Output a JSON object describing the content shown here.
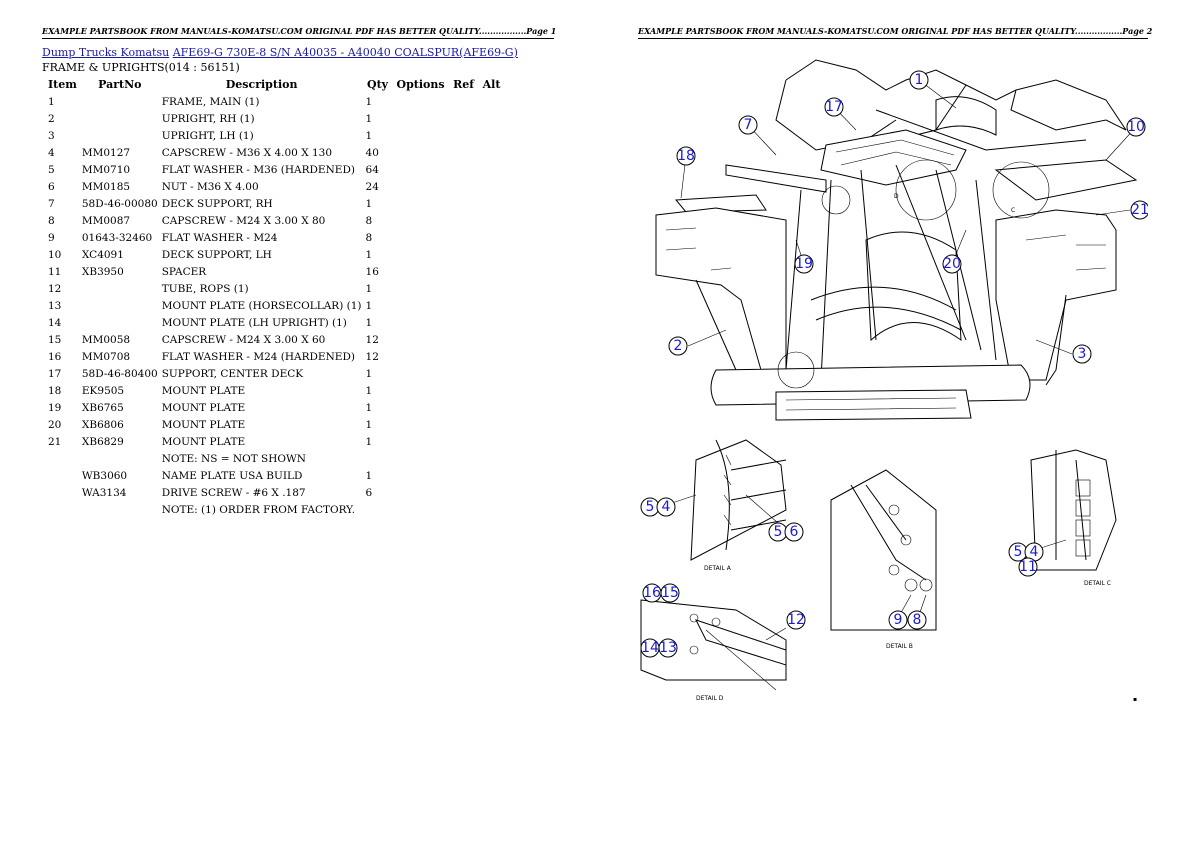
{
  "header": {
    "page1": "EXAMPLE PARTSBOOK FROM MANUALS-KOMATSU.COM ORIGINAL PDF HAS BETTER QUALITY.................Page 1",
    "page2": "EXAMPLE PARTSBOOK FROM MANUALS-KOMATSU.COM ORIGINAL PDF HAS BETTER QUALITY.................Page 2"
  },
  "breadcrumb": {
    "link1": "Dump Trucks Komatsu",
    "link2": "AFE69-G 730E-8 S/N A40035 - A40040 COALSPUR(AFE69-G)"
  },
  "subtitle": "FRAME & UPRIGHTS(014 : 56151)",
  "table": {
    "headers": [
      "Item",
      "PartNo",
      "Description",
      "Qty",
      "Options",
      "Ref",
      "Alt"
    ],
    "rows": [
      [
        "1",
        "",
        "FRAME, MAIN (1)",
        "1"
      ],
      [
        "2",
        "",
        "UPRIGHT, RH (1)",
        "1"
      ],
      [
        "3",
        "",
        "UPRIGHT, LH (1)",
        "1"
      ],
      [
        "4",
        "MM0127",
        "CAPSCREW - M36 X 4.00 X 130",
        "40"
      ],
      [
        "5",
        "MM0710",
        "FLAT WASHER - M36 (HARDENED)",
        "64"
      ],
      [
        "6",
        "MM0185",
        "NUT - M36 X 4.00",
        "24"
      ],
      [
        "7",
        "58D-46-00080",
        "DECK SUPPORT, RH",
        "1"
      ],
      [
        "8",
        "MM0087",
        "CAPSCREW - M24 X 3.00 X 80",
        "8"
      ],
      [
        "9",
        "01643-32460",
        "FLAT WASHER - M24",
        "8"
      ],
      [
        "10",
        "XC4091",
        "DECK SUPPORT, LH",
        "1"
      ],
      [
        "11",
        "XB3950",
        "SPACER",
        "16"
      ],
      [
        "12",
        "",
        "TUBE, ROPS (1)",
        "1"
      ],
      [
        "13",
        "",
        "MOUNT PLATE (HORSECOLLAR) (1)",
        "1"
      ],
      [
        "14",
        "",
        "MOUNT PLATE (LH UPRIGHT) (1)",
        "1"
      ],
      [
        "15",
        "MM0058",
        "CAPSCREW - M24 X 3.00 X 60",
        "12"
      ],
      [
        "16",
        "MM0708",
        "FLAT WASHER - M24 (HARDENED)",
        "12"
      ],
      [
        "17",
        "58D-46-80400",
        "SUPPORT, CENTER DECK",
        "1"
      ],
      [
        "18",
        "EK9505",
        "MOUNT PLATE",
        "1"
      ],
      [
        "19",
        "XB6765",
        "MOUNT PLATE",
        "1"
      ],
      [
        "20",
        "XB6806",
        "MOUNT PLATE",
        "1"
      ],
      [
        "21",
        "XB6829",
        "MOUNT PLATE",
        "1"
      ],
      [
        "",
        "",
        "NOTE: NS = NOT SHOWN",
        ""
      ],
      [
        "",
        "WB3060",
        "NAME PLATE USA BUILD",
        "1"
      ],
      [
        "",
        "WA3134",
        "DRIVE SCREW - #6 X .187",
        "6"
      ],
      [
        "",
        "",
        "NOTE: (1) ORDER FROM FACTORY.",
        ""
      ]
    ]
  },
  "drawing": {
    "callouts": [
      "1",
      "17",
      "7",
      "10",
      "18",
      "21",
      "19",
      "20",
      "2",
      "3",
      "5",
      "4",
      "5",
      "6",
      "5",
      "4",
      "11",
      "16",
      "15",
      "12",
      "14",
      "13",
      "9",
      "8"
    ],
    "detail_labels": [
      "DETAIL A",
      "DETAIL B",
      "DETAIL C",
      "DETAIL D"
    ]
  }
}
